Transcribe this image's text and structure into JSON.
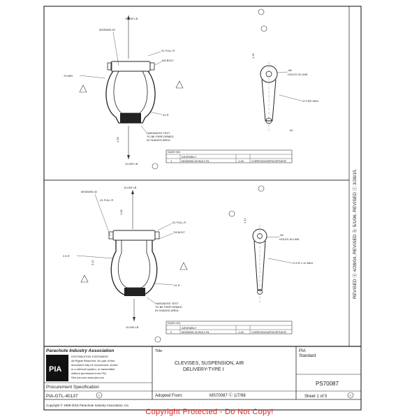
{
  "drawing": {
    "view1": {
      "load_top": "10,000 LB",
      "load_bottom": "10,000 LB",
      "bolt_spec": "MS35690-92",
      "dim_pin_dia": ".75 MIN",
      "dim_full_r": ".31 FULL R",
      "dim_bolt": "5/8 BOLT",
      "dim_r": ".31 R",
      "hardness_note": [
        "HARDNESS TEST",
        "TO BE PERFORMED",
        "IN SHADED AREA"
      ],
      "dim_inside": "1.50",
      "link_dims": {
        "top": "1.25",
        "hole": ".88",
        "holes_note": "HOLES IN LINE",
        "length": "2.5 RD MAX",
        "bottom": ".62"
      },
      "table": {
        "header": "DASH NO.",
        "row": [
          "1",
          "ASSEMBLY",
          "MS35690-92 BOLT IN",
          "1.43",
          "CORROSION/PHOSPHATE"
        ]
      }
    },
    "view2": {
      "load_top": "10,000 LB",
      "load_bottom": "10,000 LB",
      "bolt_spec": "MS35690-92",
      "dim_full_r_left": ".31 FULL R",
      "dim_full_r_right": ".31 FULL R",
      "dim_bolt": "7/8 BOLT",
      "dim_width": "1.00",
      "dim_length": "3.12",
      "dim_radius": "2.5 R",
      "dim_r": ".31 R",
      "hardness_note": [
        "HARDNESS TEST",
        "TO BE PERFORMED",
        "IN SHADED AREA"
      ],
      "link_dims": {
        "top": "1.12",
        "hole": ".38",
        "holes_note": "HOLES IN LINE",
        "length": "2.5 R 1.12 MAX"
      },
      "table": {
        "header": "DASH NO.",
        "row": [
          "2",
          "ASSEMBLY",
          "MS35690-92 BOLT IN",
          "1.43",
          "CORROSION/PHOSPHATE"
        ]
      }
    },
    "revision_note": "REVISED ⓐ 4/28/04, REVISED ⓑ 5/1/06, REVISED ⓒ 3/28/15."
  },
  "title_block": {
    "org_name": "Parachute Industry Association",
    "org_statement": [
      "DISTRIBUTION STATEMENT:",
      "All Rights Reserved. No part of this",
      "document may be reproduced, stored",
      "in a retrieval system, or transmitted",
      "without permission from PIA.",
      "See pia.com www.pia.com"
    ],
    "logo_text": "PIA",
    "procurement_label": "Procurement Specification",
    "procurement_value": "PIA-GTL-40137",
    "rev_mark": "C",
    "title_label": "Title",
    "title_line1": "CLEVISES, SUSPENSION, AIR",
    "title_line2": "DELIVERY-TYPE I",
    "std_label1": "PIA",
    "std_label2": "Standard",
    "doc_number": "PS70087",
    "adopted_label": "Adopted From:",
    "adopted_value": "MS70087 Ⓛ 1/7/98",
    "sheet": "Sheet 1 of 5",
    "sheet_rev": "C",
    "copyright": "Copyright © 1998-2015 Parachute Industry Association, Inc."
  },
  "watermark": "Copyright Protected - Do Not Copy!"
}
